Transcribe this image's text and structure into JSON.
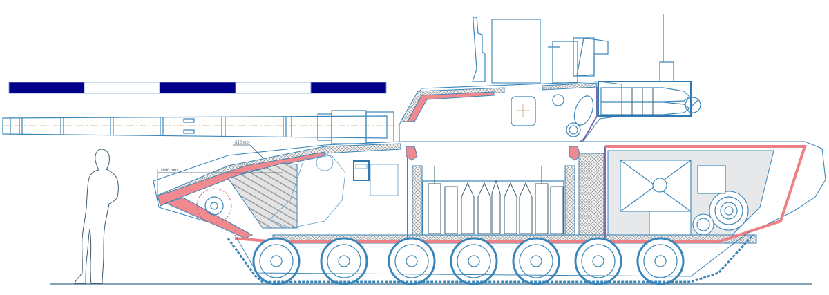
{
  "diagram": {
    "subject": "Main battle tank side cutaway blueprint",
    "scale_bar": {
      "segments": [
        "dark",
        "light",
        "dark",
        "light",
        "dark"
      ],
      "dark_color": "#00008b",
      "light_color": "#ffffff"
    },
    "dimensions": {
      "upper_glacis_thickness": "610 mm",
      "frontal_armor_depth": "1600 mm"
    },
    "colors": {
      "line": "#3a86b8",
      "armor": "#f08a8f",
      "crew_capsule_wall": "#7d6bb0",
      "centerline": "#c9a36a",
      "human_silhouette": "#3d5a6e"
    },
    "components": {
      "human_figure": "Human silhouette for scale",
      "gun_barrel": "Main gun barrel",
      "turret": "Unmanned turret",
      "crew_capsule": "Armored crew capsule",
      "autoloader": "Carousel autoloader with rounds",
      "ammo_bustle": "Turret bustle ammunition",
      "engine": "Engine compartment",
      "road_wheels": 7,
      "track": "Track"
    }
  }
}
